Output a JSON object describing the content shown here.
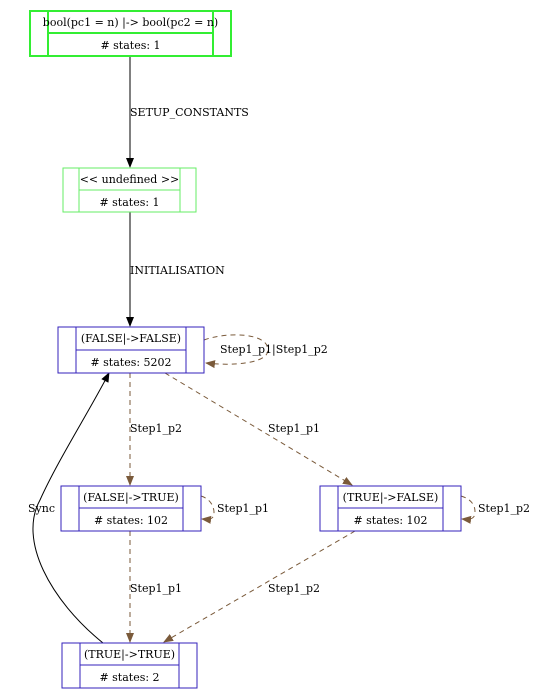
{
  "colors": {
    "green": "#33ee33",
    "light_green": "#66ee66",
    "blue": "#3322bb",
    "solid_edge": "#000000",
    "dashed_edge": "#7a5a3a"
  },
  "nodes": {
    "root": {
      "label": "bool(pc1 = n) |-> bool(pc2 = n)",
      "states": "# states: 1"
    },
    "undefined": {
      "label": "<< undefined >>",
      "states": "# states: 1"
    },
    "ff": {
      "label": "(FALSE|->FALSE)",
      "states": "# states: 5202"
    },
    "ft": {
      "label": "(FALSE|->TRUE)",
      "states": "# states: 102"
    },
    "tf": {
      "label": "(TRUE|->FALSE)",
      "states": "# states: 102"
    },
    "tt": {
      "label": "(TRUE|->TRUE)",
      "states": "# states: 2"
    }
  },
  "edges": {
    "setup": "SETUP_CONSTANTS",
    "init": "INITIALISATION",
    "ff_self": "Step1_p1|Step1_p2",
    "ff_ft": "Step1_p2",
    "ff_tf": "Step1_p1",
    "ft_self": "Step1_p1",
    "tf_self": "Step1_p2",
    "ft_tt": "Step1_p1",
    "tf_tt": "Step1_p2",
    "sync": "Sync"
  }
}
